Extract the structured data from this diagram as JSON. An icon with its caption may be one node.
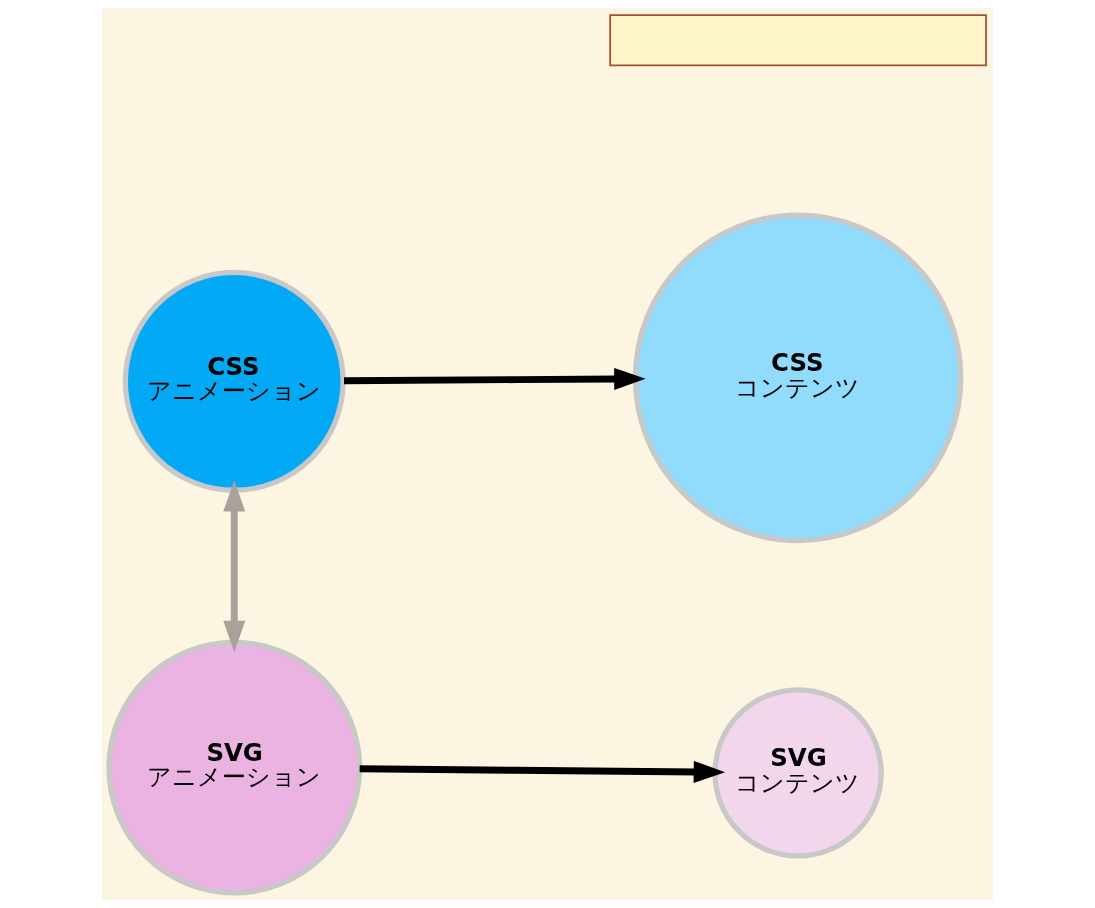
{
  "diagram": {
    "nodes": [
      {
        "text": [
          "CSS",
          "アニメーション"
        ]
      },
      {
        "text": [
          "CSS",
          "コンテンツ"
        ]
      },
      {
        "text": [
          "SVG",
          "アニメーション"
        ]
      },
      {
        "text": [
          "SVG",
          "コンテンツ"
        ]
      },
      {
        "text": [],
        "shape": "box"
      }
    ],
    "edges": [
      {
        "from": 0,
        "to": 1,
        "arrow": "to"
      },
      {
        "from": 0,
        "to": 2,
        "arrow": "both",
        "color": "#a8a29a"
      },
      {
        "from": 2,
        "to": 3,
        "arrow": "to"
      }
    ]
  }
}
